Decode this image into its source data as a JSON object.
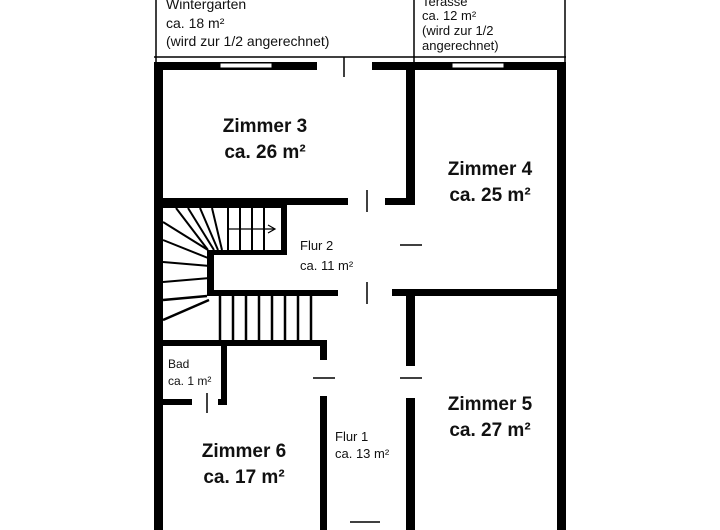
{
  "outside": {
    "wintergarten": {
      "name": "Wintergarten",
      "area": "ca. 18 m²",
      "note": "(wird zur 1/2 angerechnet)"
    },
    "terrasse": {
      "name": "Terasse",
      "area": "ca. 12 m²",
      "note1": "(wird zur 1/2",
      "note2": "angerechnet)"
    }
  },
  "rooms": {
    "zimmer3": {
      "name": "Zimmer 3",
      "area": "ca. 26 m²"
    },
    "zimmer4": {
      "name": "Zimmer 4",
      "area": "ca. 25 m²"
    },
    "zimmer5": {
      "name": "Zimmer 5",
      "area": "ca. 27 m²"
    },
    "zimmer6": {
      "name": "Zimmer 6",
      "area": "ca. 17 m²"
    },
    "flur2": {
      "name": "Flur 2",
      "area": "ca. 11 m²"
    },
    "flur1": {
      "name": "Flur 1",
      "area": "ca. 13 m²"
    },
    "bad": {
      "name": "Bad",
      "area": "ca. 1 m²"
    }
  },
  "colors": {
    "wall": "#000000",
    "background": "#ffffff"
  }
}
